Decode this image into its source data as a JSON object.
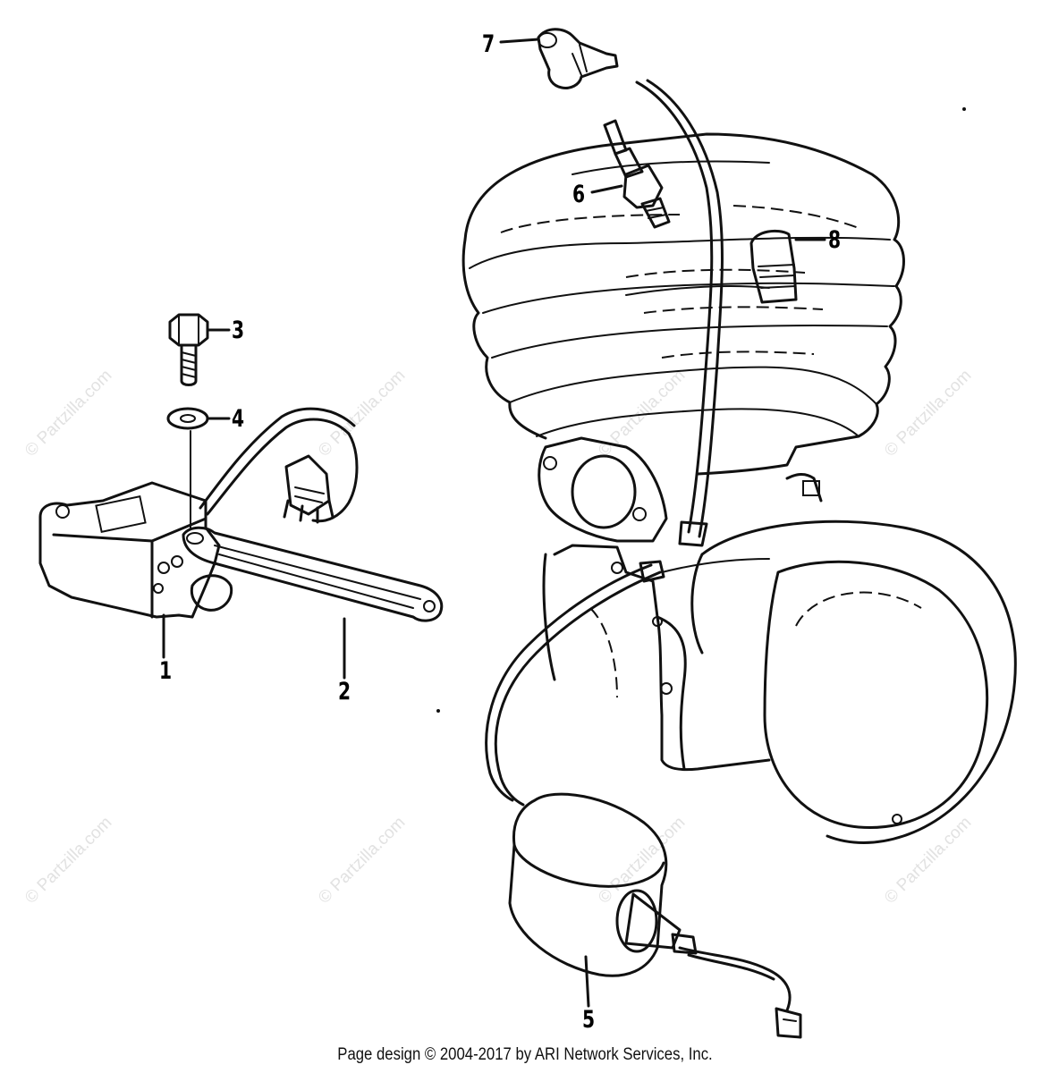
{
  "watermark": {
    "text": "© Partzilla.com"
  },
  "callouts": {
    "c1": "1",
    "c2": "2",
    "c3": "3",
    "c4": "4",
    "c5": "5",
    "c6": "6",
    "c7": "7",
    "c8": "8"
  },
  "footer": {
    "text": "Page design © 2004-2017 by ARI Network Services, Inc."
  }
}
